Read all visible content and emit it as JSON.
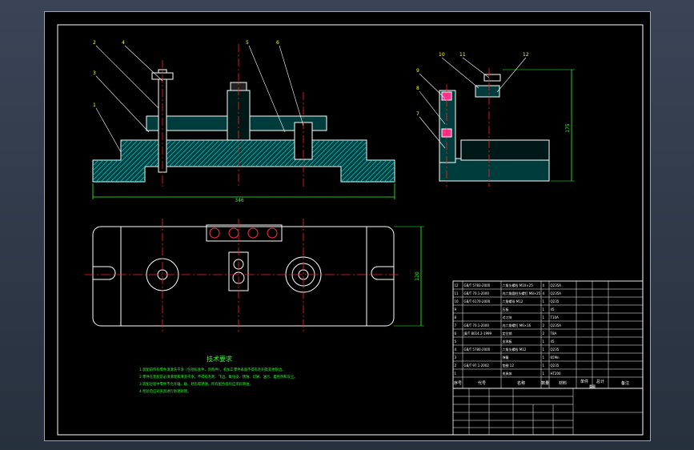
{
  "drawing": {
    "colors": {
      "background": "#000000",
      "outline": "#ffffff",
      "hatch": "#00c8c8",
      "centerline": "#ff2020",
      "dimension": "#33ff33",
      "balloon_text": "#ffff33",
      "notes_text": "#33ff33"
    },
    "part_labels": [
      "1",
      "2",
      "3",
      "4",
      "5",
      "6",
      "7",
      "8",
      "9",
      "10",
      "11",
      "12"
    ],
    "dimensions": {
      "overall_length": "346",
      "side_height": "175",
      "plan_width": "120"
    },
    "notes_title": "技术要求",
    "notes_lines": [
      "1.装配前所有零件须清洗干净（包括标准件、外购件），机加工零件表面不得有毛刺及其他锐边。",
      "2.零件在装配前必须清理和清洗干净，不得有毛刺、飞边、氧化皮、锈蚀、切屑、油污、着色剂和灰尘。",
      "3.装配过程中零件不允许磕、碰、划伤和锈蚀，所有配合面均应涂润滑油。",
      "4.检验后应对夹具进行防锈处理。"
    ]
  },
  "parts_list": {
    "header": {
      "seq": "序号",
      "code": "代号",
      "name": "名称",
      "qty": "数量",
      "material": "材料",
      "unit_weight": "单件",
      "total_weight": "总计",
      "weight": "重量",
      "remark": "备注"
    },
    "rows": [
      {
        "seq": "12",
        "code": "GB/T 5783-2000",
        "name": "六角头螺栓 M10×25",
        "qty": "4",
        "material": "Q235A",
        "remark": ""
      },
      {
        "seq": "11",
        "code": "GB/T 70.1-2000",
        "name": "内六角圆柱头螺钉 M8×25",
        "qty": "4",
        "material": "Q235A",
        "remark": ""
      },
      {
        "seq": "10",
        "code": "GB/T 6170-2000",
        "name": "六角螺母 M12",
        "qty": "1",
        "material": "Q235",
        "remark": ""
      },
      {
        "seq": "9",
        "code": "",
        "name": "压板",
        "qty": "1",
        "material": "45",
        "remark": ""
      },
      {
        "seq": "8",
        "code": "",
        "name": "对刀块",
        "qty": "1",
        "material": "T10A",
        "remark": ""
      },
      {
        "seq": "7",
        "code": "GB/T 70.1-2000",
        "name": "内六角螺钉 M6×16",
        "qty": "2",
        "material": "Q235A",
        "remark": ""
      },
      {
        "seq": "6",
        "code": "JB/T 8014.2-1999",
        "name": "定位销",
        "qty": "2",
        "material": "T8A",
        "remark": ""
      },
      {
        "seq": "5",
        "code": "",
        "name": "支承板",
        "qty": "1",
        "material": "45",
        "remark": ""
      },
      {
        "seq": "4",
        "code": "GB/T 5780-2000",
        "name": "六角头螺栓 M12",
        "qty": "1",
        "material": "Q235",
        "remark": ""
      },
      {
        "seq": "3",
        "code": "",
        "name": "弹簧",
        "qty": "1",
        "material": "65Mn",
        "remark": ""
      },
      {
        "seq": "2",
        "code": "GB/T 97.1-2002",
        "name": "垫圈 12",
        "qty": "1",
        "material": "Q235",
        "remark": ""
      },
      {
        "seq": "1",
        "code": "",
        "name": "夹具体",
        "qty": "1",
        "material": "HT200",
        "remark": ""
      }
    ]
  }
}
